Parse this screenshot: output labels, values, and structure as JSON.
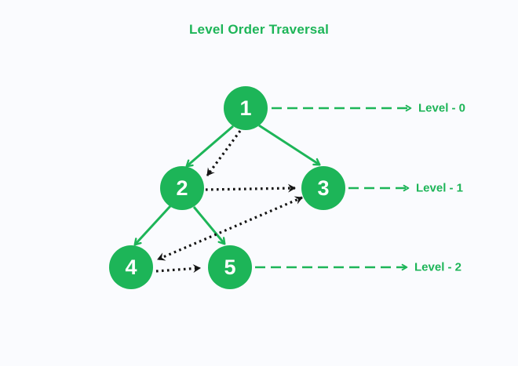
{
  "title": "Level Order Traversal",
  "colors": {
    "bg": "#fafbfe",
    "accent": "#1db558",
    "ink": "#141414",
    "node-text": "#ffffff"
  },
  "nodes": [
    {
      "label": "1"
    },
    {
      "label": "2"
    },
    {
      "label": "3"
    },
    {
      "label": "4"
    },
    {
      "label": "5"
    }
  ],
  "levels": [
    {
      "label": "Level - 0"
    },
    {
      "label": "Level - 1"
    },
    {
      "label": "Level - 2"
    }
  ],
  "structure": {
    "tree_edges": [
      "1-2",
      "1-3",
      "2-4",
      "2-5"
    ],
    "traversal_arrows": [
      "1-2",
      "2-3",
      "3-4",
      "4-5"
    ],
    "level_arrows": [
      "node-1-to-level-0",
      "node-3-to-level-1",
      "node-5-to-level-2"
    ]
  }
}
